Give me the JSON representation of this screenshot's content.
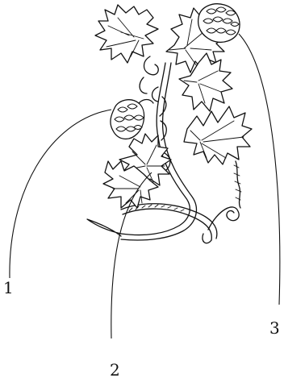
{
  "figure": {
    "labels": [
      {
        "id": "label-1",
        "text": "1"
      },
      {
        "id": "label-2",
        "text": "2"
      },
      {
        "id": "label-3",
        "text": "3"
      }
    ]
  },
  "colors": {
    "ink": "#111111",
    "paper": "#ffffff"
  }
}
